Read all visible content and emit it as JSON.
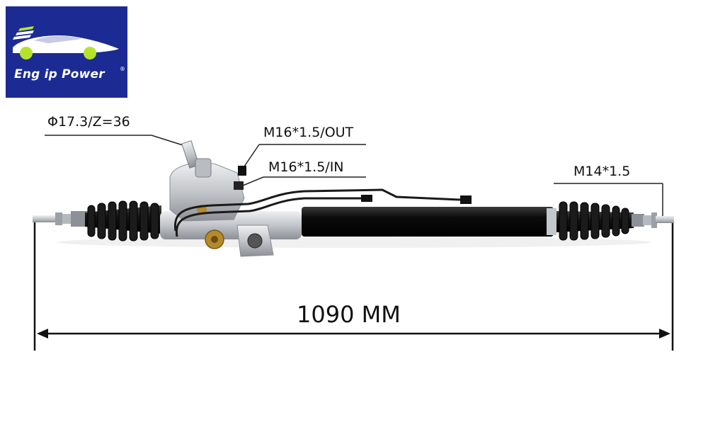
{
  "brand": {
    "name": "Eng ip Power",
    "registered_mark": "®",
    "colors": {
      "background": "#1c2a93",
      "wheels": "#b6e32a",
      "car": "#ffffff"
    }
  },
  "callouts": {
    "pinion": "Φ17.3/Z=36",
    "out_port": "M16*1.5/OUT",
    "in_port": "M16*1.5/IN",
    "tie_rod_thread": "M14*1.5"
  },
  "dimension": {
    "overall_length": "1090 MM"
  },
  "product": {
    "name": "power steering rack",
    "colors": {
      "tube": "#0c0c0c",
      "boot": "#151515",
      "housing": "#c9cbce",
      "fitting": "#b58a2c"
    }
  }
}
